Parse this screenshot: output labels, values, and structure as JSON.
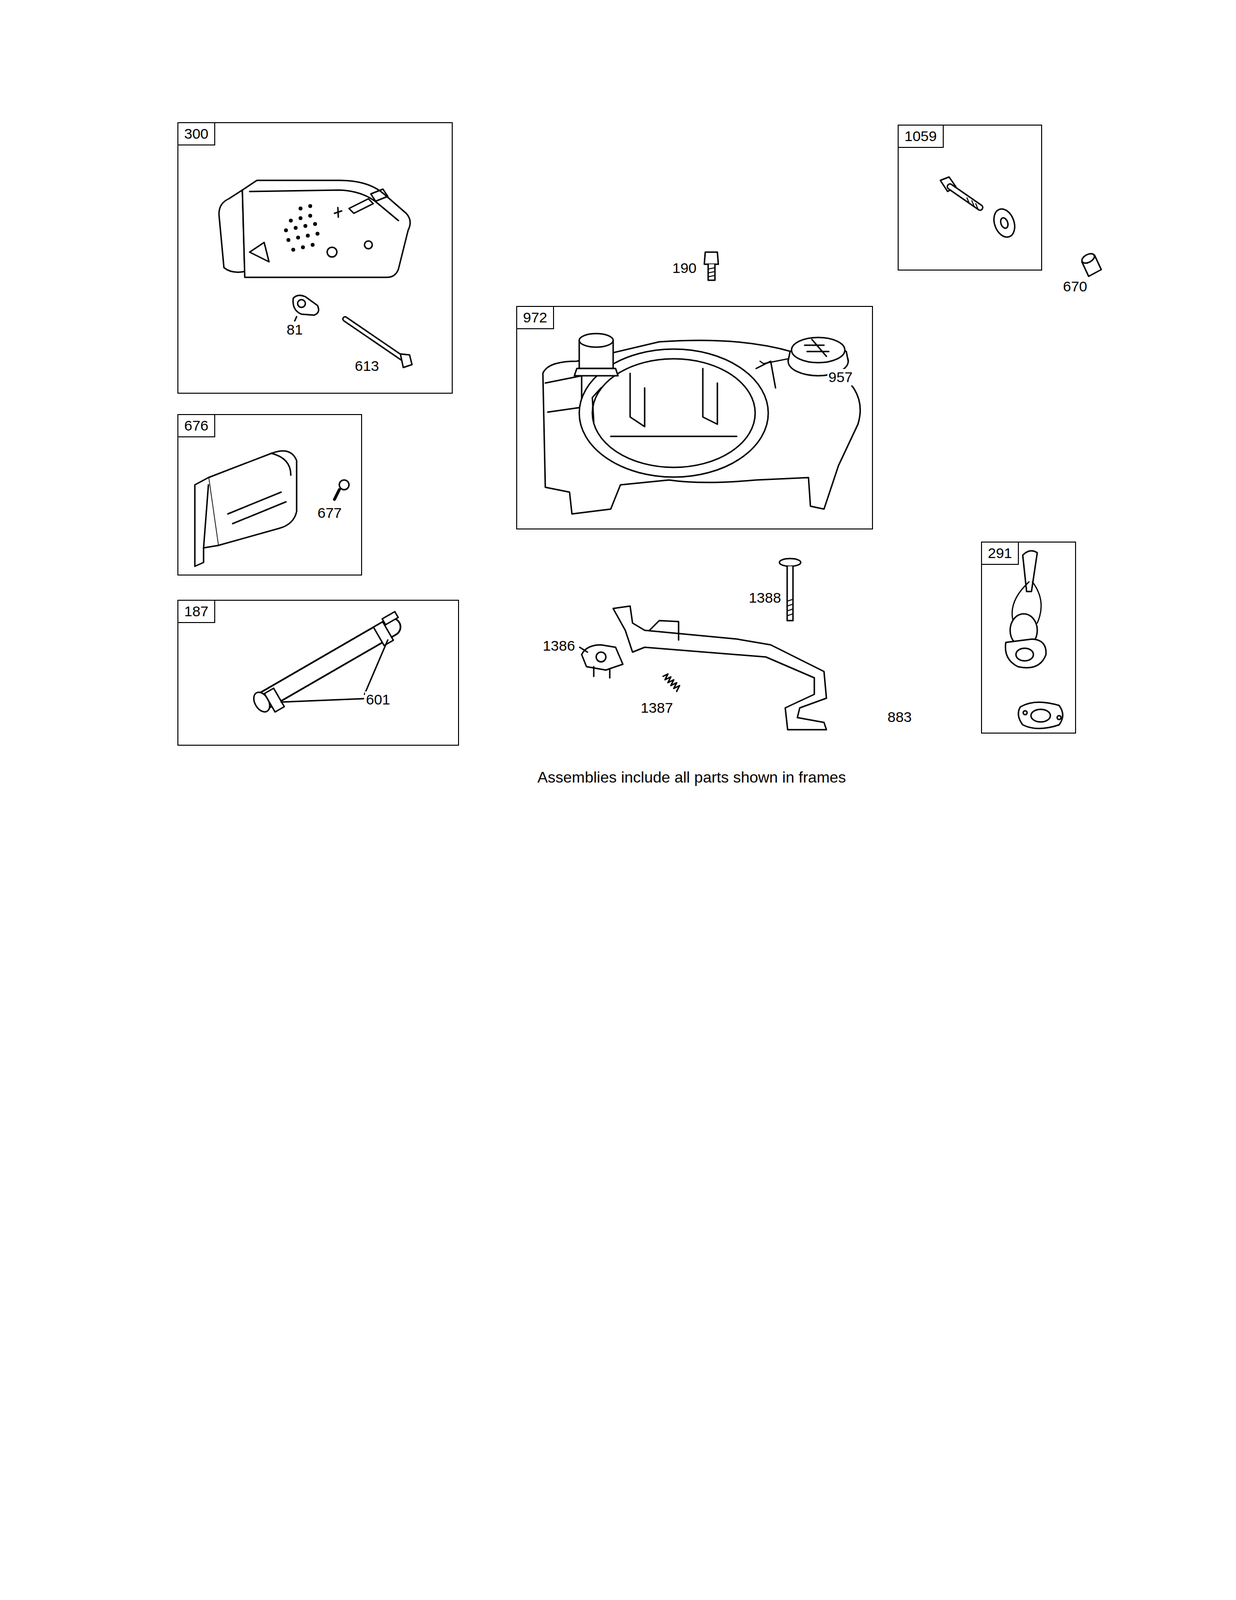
{
  "diagram": {
    "caption": "Assemblies include all parts shown in frames",
    "nodes": [
      {
        "text": [
          "300"
        ]
      },
      {
        "text": [
          "1059"
        ]
      },
      {
        "text": [
          "972"
        ]
      },
      {
        "text": [
          "676"
        ]
      },
      {
        "text": [
          "187"
        ]
      },
      {
        "text": [
          "291"
        ]
      }
    ],
    "labels": [
      "190",
      "670",
      "81",
      "613",
      "957",
      "677",
      "1388",
      "1386",
      "1387",
      "601",
      "883"
    ]
  }
}
